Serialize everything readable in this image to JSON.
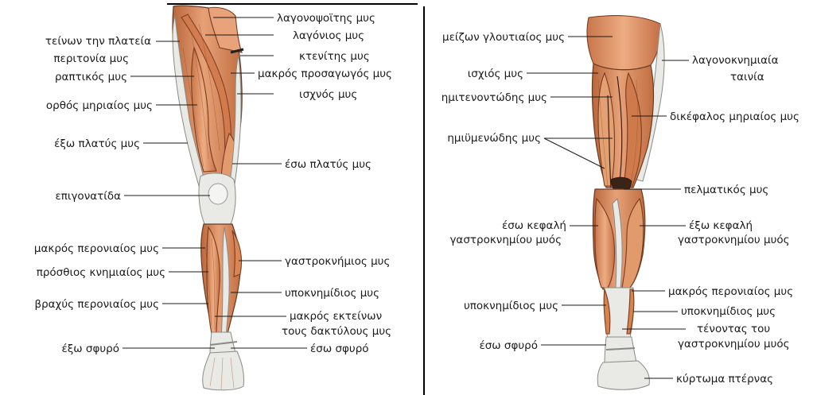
{
  "colors": {
    "muscle": "#d9895a",
    "muscle_light": "#eaa67b",
    "muscle_dark": "#b5643a",
    "tendon": "#e6e6e3",
    "line": "#1a1a1a",
    "divider": "#000000"
  },
  "front_view": {
    "labels": [
      "λαγονοψοϊτης μυς",
      "λαγόνιος μυς",
      "κτενίτης μυς",
      "μακρός προσαγωγός μυς",
      "ισχνός μυς",
      "τείνων την πλατεία",
      "περιτονία μυς",
      "ραπτικός μυς",
      "ορθός μηριαίος μυς",
      "έξω πλατύς μυς",
      "έσω πλατύς μυς",
      "επιγονατίδα",
      "μακρός περονιαίος μυς",
      "γαστροκνήμιος μυς",
      "πρόσθιος κνημιαίος μυς",
      "υποκνημίδιος μυς",
      "βραχύς περονιαίος μυς",
      "μακρός εκτείνων",
      "τους δακτύλους μυς",
      "έξω σφυρό",
      "έσω σφυρό"
    ]
  },
  "back_view": {
    "labels": [
      "μείζων γλουτιαίος μυς",
      "λαγονοκνημιαία",
      "ταινία",
      "ισχιός μυς",
      "ημιτενοντώδης μυς",
      "δικέφαλος μηριαίος μυς",
      "ημιϋμενώδης μυς",
      "πελματικός μυς",
      "έσω κεφαλή",
      "γαστροκνημίου μυός",
      "έξω κεφαλή",
      "γαστροκνημίου μυός",
      "μακρός περονιαίος μυς",
      "υποκνημίδιος μυς",
      "υποκνημίδιος μυς",
      "τένοντας του",
      "γαστροκνημίου μυός",
      "έσω σφυρό",
      "κύρτωμα πτέρνας"
    ]
  }
}
